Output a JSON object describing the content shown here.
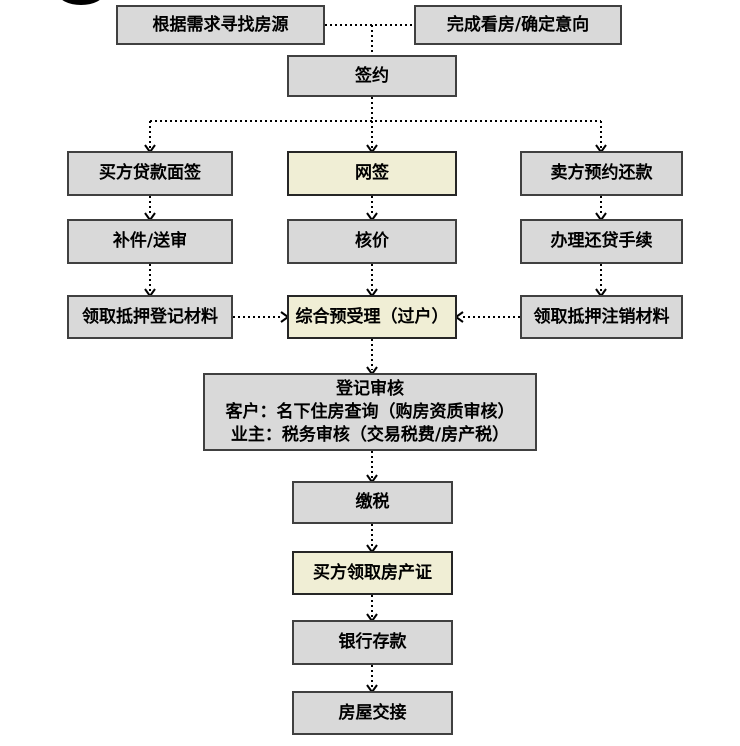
{
  "diagram": {
    "type": "flowchart",
    "language": "zh-CN",
    "colors": {
      "background": "#ffffff",
      "box_fill": "#d9d9d9",
      "box_border": "#404040",
      "highlight_fill": "#f0eed5",
      "highlight_border": "#262626",
      "connector": "#000000",
      "text": "#000000"
    },
    "nodes": {
      "find_listing": {
        "label": "根据需求寻找房源",
        "style": "normal"
      },
      "confirm_intent": {
        "label": "完成看房/确定意向",
        "style": "normal"
      },
      "sign_contract": {
        "label": "签约",
        "style": "normal"
      },
      "buyer_loan_interview": {
        "label": "买方贷款面签",
        "style": "normal"
      },
      "online_signing": {
        "label": "网签",
        "style": "highlight"
      },
      "seller_repay_appointment": {
        "label": "卖方预约还款",
        "style": "normal"
      },
      "supplement_review": {
        "label": "补件/送审",
        "style": "normal"
      },
      "price_verification": {
        "label": "核价",
        "style": "normal"
      },
      "repayment_procedure": {
        "label": "办理还贷手续",
        "style": "normal"
      },
      "mortgage_registration_materials": {
        "label": "领取抵押登记材料",
        "style": "normal"
      },
      "comprehensive_pre_acceptance": {
        "label": "综合预受理（过户）",
        "style": "highlight"
      },
      "mortgage_cancellation_materials": {
        "label": "领取抵押注销材料",
        "style": "normal"
      },
      "registration_review": {
        "lines": [
          "登记审核",
          "客户：名下住房查询（购房资质审核）",
          "业主：税务审核（交易税费/房产税）"
        ],
        "style": "normal"
      },
      "pay_taxes": {
        "label": "缴税",
        "style": "normal"
      },
      "buyer_receive_certificate": {
        "label": "买方领取房产证",
        "style": "highlight"
      },
      "bank_deposit": {
        "label": "银行存款",
        "style": "normal"
      },
      "house_handover": {
        "label": "房屋交接",
        "style": "normal"
      }
    },
    "edges": [
      {
        "from": "find_listing",
        "to": "confirm_intent",
        "style": "dotted",
        "arrow": false
      },
      {
        "from": "find_listing+confirm_intent",
        "to": "sign_contract",
        "style": "dotted",
        "arrow": false
      },
      {
        "from": "sign_contract",
        "to": "buyer_loan_interview",
        "style": "dotted",
        "arrow": true
      },
      {
        "from": "sign_contract",
        "to": "online_signing",
        "style": "dotted",
        "arrow": true
      },
      {
        "from": "sign_contract",
        "to": "seller_repay_appointment",
        "style": "dotted",
        "arrow": true
      },
      {
        "from": "buyer_loan_interview",
        "to": "supplement_review",
        "style": "dotted",
        "arrow": true
      },
      {
        "from": "supplement_review",
        "to": "mortgage_registration_materials",
        "style": "dotted",
        "arrow": true
      },
      {
        "from": "online_signing",
        "to": "price_verification",
        "style": "dotted",
        "arrow": true
      },
      {
        "from": "price_verification",
        "to": "comprehensive_pre_acceptance",
        "style": "dotted",
        "arrow": true
      },
      {
        "from": "seller_repay_appointment",
        "to": "repayment_procedure",
        "style": "dotted",
        "arrow": true
      },
      {
        "from": "repayment_procedure",
        "to": "mortgage_cancellation_materials",
        "style": "dotted",
        "arrow": true
      },
      {
        "from": "mortgage_registration_materials",
        "to": "comprehensive_pre_acceptance",
        "style": "dotted",
        "arrow": true
      },
      {
        "from": "mortgage_cancellation_materials",
        "to": "comprehensive_pre_acceptance",
        "style": "dotted",
        "arrow": true
      },
      {
        "from": "comprehensive_pre_acceptance",
        "to": "registration_review",
        "style": "dotted",
        "arrow": true
      },
      {
        "from": "registration_review",
        "to": "pay_taxes",
        "style": "dotted",
        "arrow": true
      },
      {
        "from": "pay_taxes",
        "to": "buyer_receive_certificate",
        "style": "dotted",
        "arrow": true
      },
      {
        "from": "buyer_receive_certificate",
        "to": "bank_deposit",
        "style": "dotted",
        "arrow": true
      },
      {
        "from": "bank_deposit",
        "to": "house_handover",
        "style": "dotted",
        "arrow": true
      }
    ]
  }
}
